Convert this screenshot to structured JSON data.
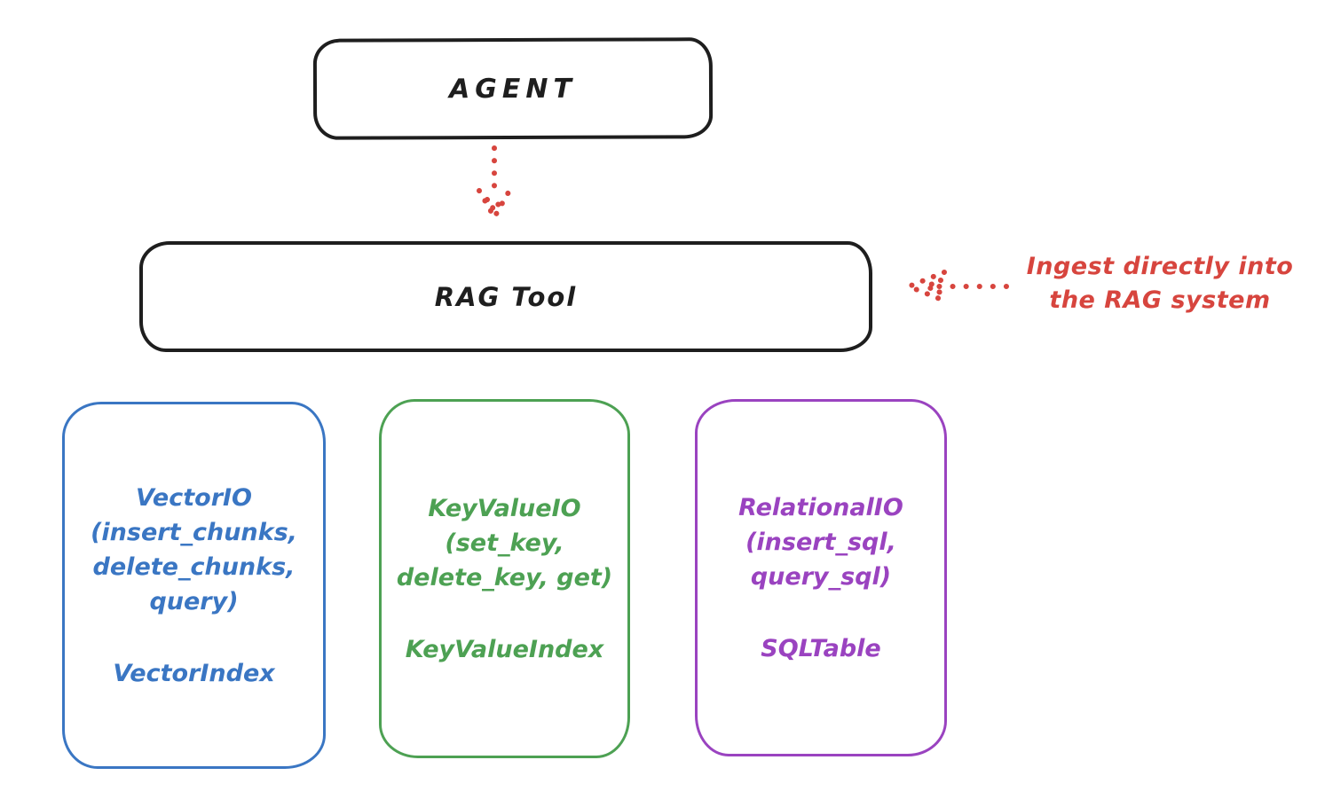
{
  "canvas": {
    "background": "#ffffff",
    "outline_color": "#1e1e1e"
  },
  "agent_box": {
    "label": "AGENT"
  },
  "rag_tool_box": {
    "label": "RAG Tool"
  },
  "flow_arrow": {
    "color": "#d7453e"
  },
  "annotation": {
    "line1": "Ingest directly into",
    "line2": "the RAG system",
    "color": "#d7453e"
  },
  "io_boxes": [
    {
      "name": "vector-io",
      "color": "#3a76c3",
      "lines": [
        "VectorIO",
        "(insert_chunks,",
        "delete_chunks,",
        "query)"
      ],
      "index_label": "VectorIndex"
    },
    {
      "name": "keyvalue-io",
      "color": "#4da153",
      "lines": [
        "KeyValueIO",
        "(set_key,",
        "delete_key, get)"
      ],
      "index_label": "KeyValueIndex"
    },
    {
      "name": "relational-io",
      "color": "#9a43c0",
      "lines": [
        "RelationalIO",
        "(insert_sql,",
        "query_sql)"
      ],
      "index_label": "SQLTable"
    }
  ]
}
